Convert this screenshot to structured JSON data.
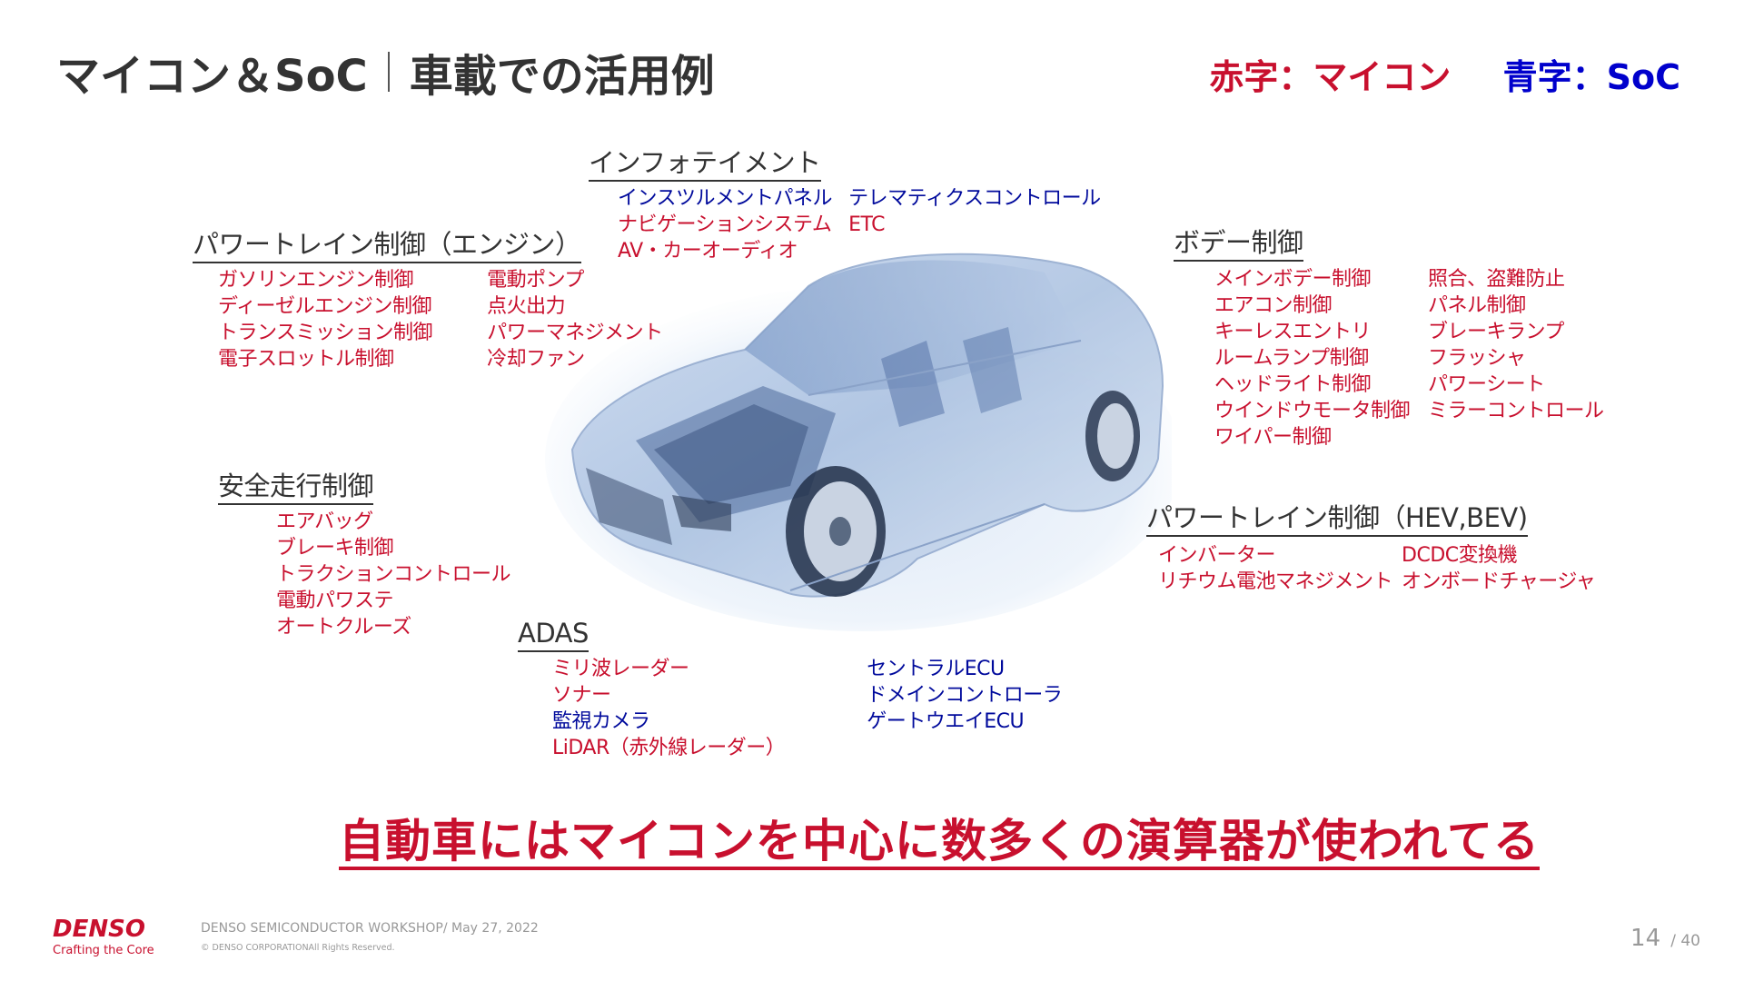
{
  "slide": {
    "title_left": "マイコン＆SoC",
    "title_right": "車載での活用例",
    "legend": {
      "red_label": "赤字：マイコン",
      "blue_label": "青字：SoC",
      "red_color": "#c8102e",
      "blue_color": "#0000cc"
    },
    "image": {
      "alt": "transparent car cutaway illustration",
      "icon": "car-xray-image"
    },
    "groups": {
      "powertrain_engine": {
        "heading": "パワートレイン制御（エンジン）",
        "items": [
          {
            "label": "ガソリンエンジン制御",
            "type": "mcu"
          },
          {
            "label": "ディーゼルエンジン制御",
            "type": "mcu"
          },
          {
            "label": "トランスミッション制御",
            "type": "mcu"
          },
          {
            "label": "電子スロットル制御",
            "type": "mcu"
          },
          {
            "label": "電動ポンプ",
            "type": "mcu"
          },
          {
            "label": "点火出力",
            "type": "mcu"
          },
          {
            "label": "パワーマネジメント",
            "type": "mcu"
          },
          {
            "label": "冷却ファン",
            "type": "mcu"
          }
        ]
      },
      "infotainment": {
        "heading": "インフォテイメント",
        "items": [
          {
            "label": "インスツルメントパネル",
            "type": "soc"
          },
          {
            "label": "ナビゲーションシステム",
            "type": "mcu"
          },
          {
            "label": "AV・カーオーディオ",
            "type": "mcu"
          },
          {
            "label": "テレマティクスコントロール",
            "type": "soc"
          },
          {
            "label": "ETC",
            "type": "mcu"
          }
        ]
      },
      "body": {
        "heading": "ボデー制御",
        "items": [
          {
            "label": "メインボデー制御",
            "type": "mcu"
          },
          {
            "label": "エアコン制御",
            "type": "mcu"
          },
          {
            "label": "キーレスエントリ",
            "type": "mcu"
          },
          {
            "label": "ルームランプ制御",
            "type": "mcu"
          },
          {
            "label": "ヘッドライト制御",
            "type": "mcu"
          },
          {
            "label": "ウインドウモータ制御",
            "type": "mcu"
          },
          {
            "label": "ワイパー制御",
            "type": "mcu"
          },
          {
            "label": "照合、盗難防止",
            "type": "mcu"
          },
          {
            "label": "パネル制御",
            "type": "mcu"
          },
          {
            "label": "ブレーキランプ",
            "type": "mcu"
          },
          {
            "label": "フラッシャ",
            "type": "mcu"
          },
          {
            "label": "パワーシート",
            "type": "mcu"
          },
          {
            "label": "ミラーコントロール",
            "type": "mcu"
          }
        ]
      },
      "safety": {
        "heading": "安全走行制御",
        "items": [
          {
            "label": "エアバッグ",
            "type": "mcu"
          },
          {
            "label": "ブレーキ制御",
            "type": "mcu"
          },
          {
            "label": "トラクションコントロール",
            "type": "mcu"
          },
          {
            "label": "電動パワステ",
            "type": "mcu"
          },
          {
            "label": "オートクルーズ",
            "type": "mcu"
          }
        ]
      },
      "adas": {
        "heading": "ADAS",
        "items": [
          {
            "label": "ミリ波レーダー",
            "type": "mcu"
          },
          {
            "label": "ソナー",
            "type": "mcu"
          },
          {
            "label": "監視カメラ",
            "type": "soc"
          },
          {
            "label": "LiDAR（赤外線レーダー）",
            "type": "mcu"
          },
          {
            "label": "セントラルECU",
            "type": "soc"
          },
          {
            "label": "ドメインコントローラ",
            "type": "soc"
          },
          {
            "label": "ゲートウエイECU",
            "type": "soc"
          }
        ]
      },
      "powertrain_ev": {
        "heading": "パワートレイン制御（HEV,BEV)",
        "items": [
          {
            "label": "インバーター",
            "type": "mcu"
          },
          {
            "label": "リチウム電池マネジメント",
            "type": "mcu"
          },
          {
            "label": "DCDC変換機",
            "type": "mcu"
          },
          {
            "label": "オンボードチャージャ",
            "type": "mcu"
          }
        ]
      }
    },
    "message": "自動車にはマイコンを中心に数多くの演算器が使われてる"
  },
  "footer": {
    "brand": "DENSO",
    "tagline": "Crafting the Core",
    "event": "DENSO SEMICONDUCTOR WORKSHOP/ May 27, 2022",
    "copyright": "© DENSO CORPORATIONAll Rights Reserved.",
    "page_current": "14",
    "page_total": "/ 40"
  }
}
